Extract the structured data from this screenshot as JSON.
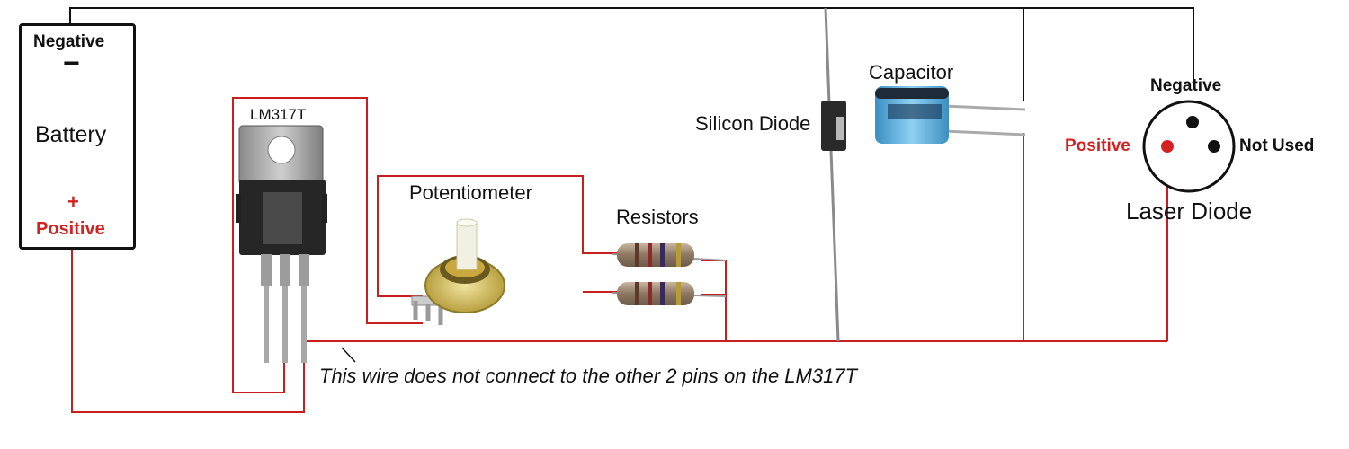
{
  "battery": {
    "negative_label": "Negative",
    "negative_symbol": "−",
    "name": "Battery",
    "positive_symbol": "+",
    "positive_label": "Positive"
  },
  "regulator": {
    "label": "LM317T"
  },
  "potentiometer": {
    "label": "Potentiometer"
  },
  "resistors": {
    "label": "Resistors"
  },
  "diode": {
    "label": "Silicon Diode"
  },
  "capacitor": {
    "label": "Capacitor"
  },
  "laser": {
    "negative_label": "Negative",
    "positive_label": "Positive",
    "unused_label": "Not Used",
    "name": "Laser Diode"
  },
  "note": {
    "text": "This wire does not connect to the other 2 pins on the LM317T"
  },
  "colors": {
    "negative_wire": "#111111",
    "positive_wire": "#c81e1e",
    "positive_text": "#d32222"
  }
}
